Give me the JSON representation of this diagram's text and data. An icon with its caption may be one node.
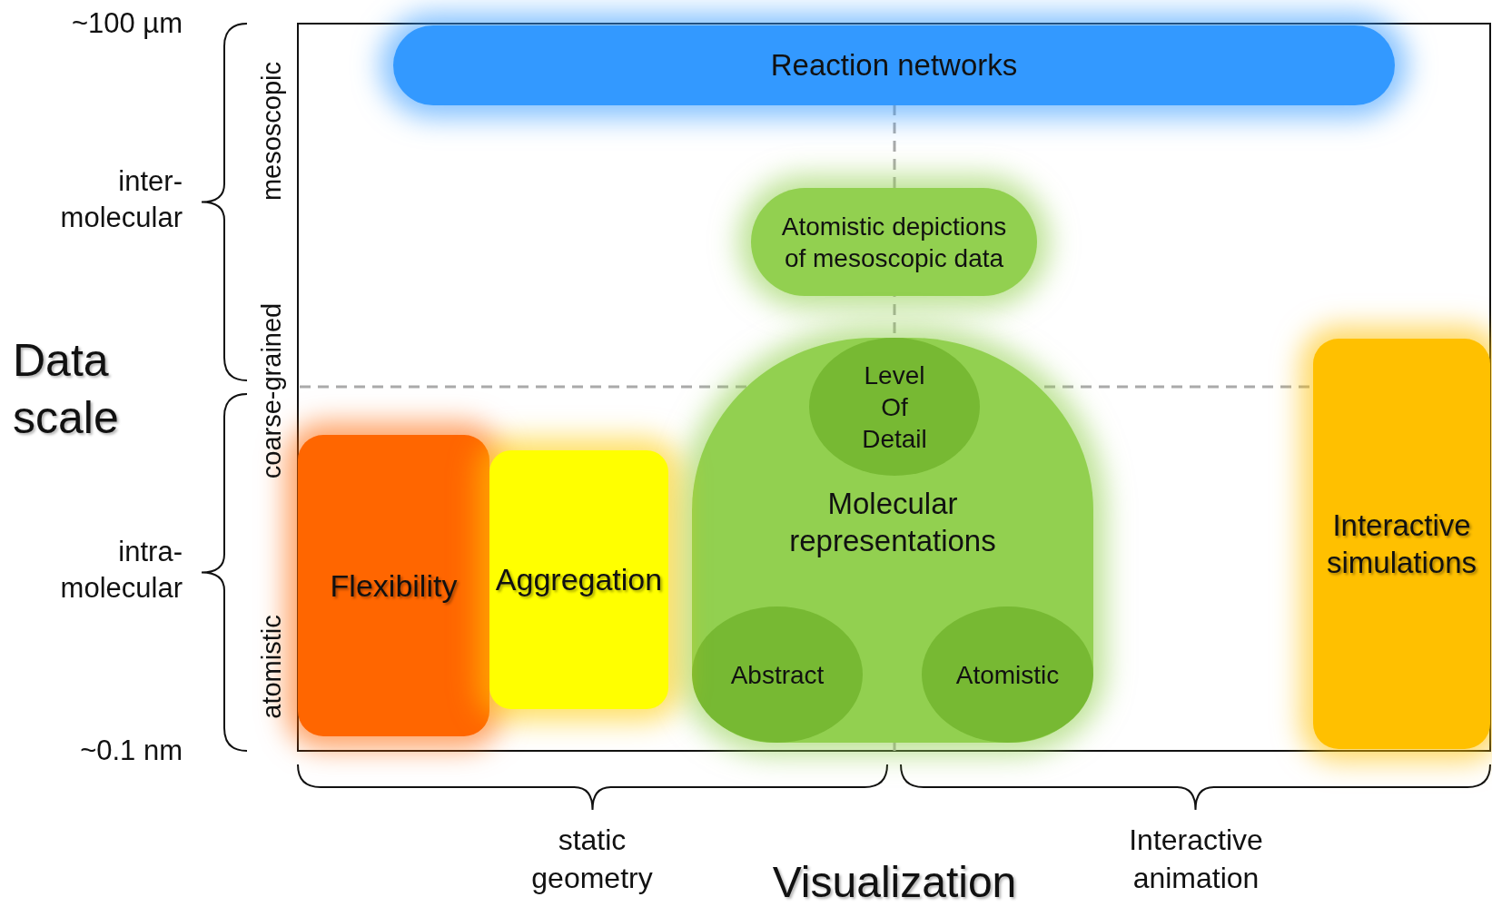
{
  "diagram": {
    "nodes": [
      {
        "text": [
          "Reaction networks"
        ]
      },
      {
        "text": [
          "Atomistic depictions of mesoscopic data"
        ]
      },
      {
        "text": [
          "Molecular representations"
        ]
      },
      {
        "text": [
          "Level Of Detail"
        ],
        "in": 2
      },
      {
        "text": [
          "Abstract"
        ],
        "in": 2
      },
      {
        "text": [
          "Atomistic"
        ],
        "in": 2
      },
      {
        "text": [
          "Flexibility"
        ]
      },
      {
        "text": [
          "Aggregation"
        ]
      },
      {
        "text": [
          "Interactive simulations"
        ]
      }
    ],
    "labels": [
      "~100 µm",
      "mesoscopic",
      "inter- molecular",
      "Data scale",
      "coarse-grained",
      "intra- molecular",
      "atomistic",
      "~0.1 nm",
      "static geometry",
      "Interactive animation",
      "Visualization"
    ]
  }
}
